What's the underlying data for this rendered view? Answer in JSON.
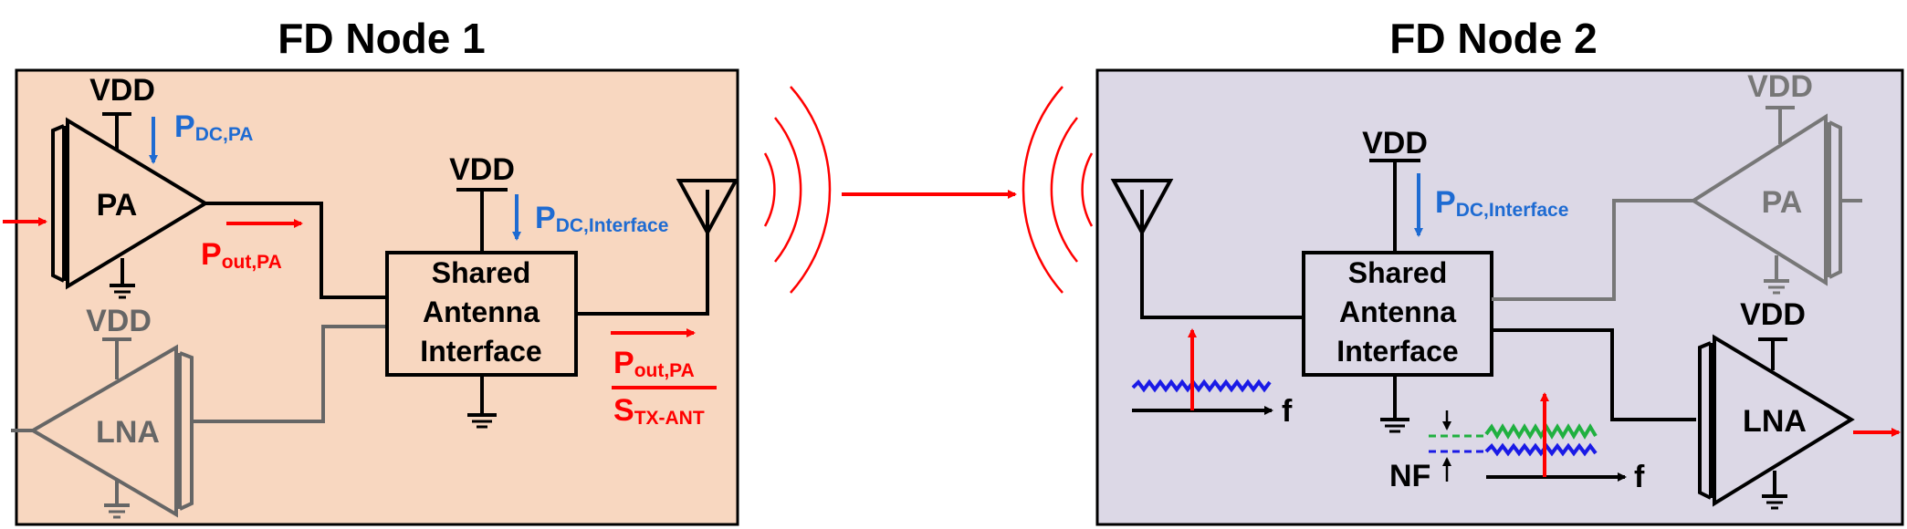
{
  "nodes": {
    "node1": {
      "title": "FD Node 1",
      "pa": {
        "label": "PA",
        "supply": "VDD",
        "pdc_main": "P",
        "pdc_sub": "DC,PA",
        "pout_main": "P",
        "pout_sub": "out,PA"
      },
      "lna": {
        "label": "LNA",
        "supply": "VDD"
      },
      "interface": {
        "line1": "Shared",
        "line2": "Antenna",
        "line3": "Interface",
        "supply": "VDD",
        "pdc_main": "P",
        "pdc_sub": "DC,Interface"
      },
      "antenna_power": {
        "num_main": "P",
        "num_sub": "out,PA",
        "den_main": "S",
        "den_sub": "TX-ANT"
      }
    },
    "node2": {
      "title": "FD Node 2",
      "pa": {
        "label": "PA",
        "supply": "VDD"
      },
      "lna": {
        "label": "LNA",
        "supply": "VDD"
      },
      "interface": {
        "line1": "Shared",
        "line2": "Antenna",
        "line3": "Interface",
        "supply": "VDD",
        "pdc_main": "P",
        "pdc_sub": "DC,Interface"
      },
      "spectrum_left_axis": "f",
      "spectrum_right_axis": "f",
      "nf_label": "NF"
    }
  },
  "colors": {
    "node1_bg": "#f8d7c0",
    "node2_bg": "#dcd8e6",
    "signal_red": "#ff0000",
    "power_blue": "#1e6bd2",
    "inactive_gray": "#7a7a7a",
    "noise_blue": "#1a1ae6",
    "noise_green": "#20b040"
  }
}
